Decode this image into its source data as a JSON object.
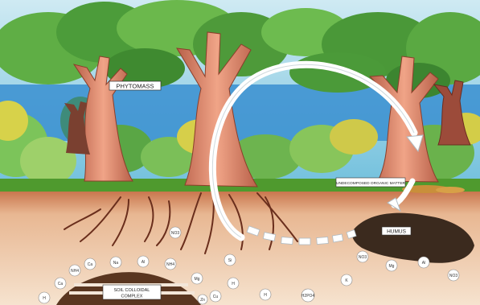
{
  "labels": {
    "phytomass": "PHYTOMASS",
    "undecomposed": "UNDECOMPOSED ORGANIC MATTER",
    "humus": "HUMUS",
    "complex_line1": "SOIL COLLOIDAL",
    "complex_line2": "COMPLEX"
  },
  "ions": {
    "i1": "H",
    "i2": "Ca",
    "i3": "NH4",
    "i4": "Ca",
    "i5": "Na",
    "i6": "Al",
    "i7": "NH4",
    "i8": "Mg",
    "i9": "Si",
    "i10": "Cu",
    "i11": "H",
    "i12": "H2PO4",
    "i13": "H",
    "i14": "NO3",
    "i15": "NO3",
    "i16": "Mg",
    "i17": "Al",
    "i18": "NO3",
    "i19": "K",
    "i20": "Zn"
  },
  "colors": {
    "sky": "#8fcde0",
    "foliage": "#4e9a3a",
    "trunk": "#d98a6a",
    "soil": "#f0d3b4",
    "humus": "#3b2a1e",
    "colloid": "#5a3620"
  }
}
